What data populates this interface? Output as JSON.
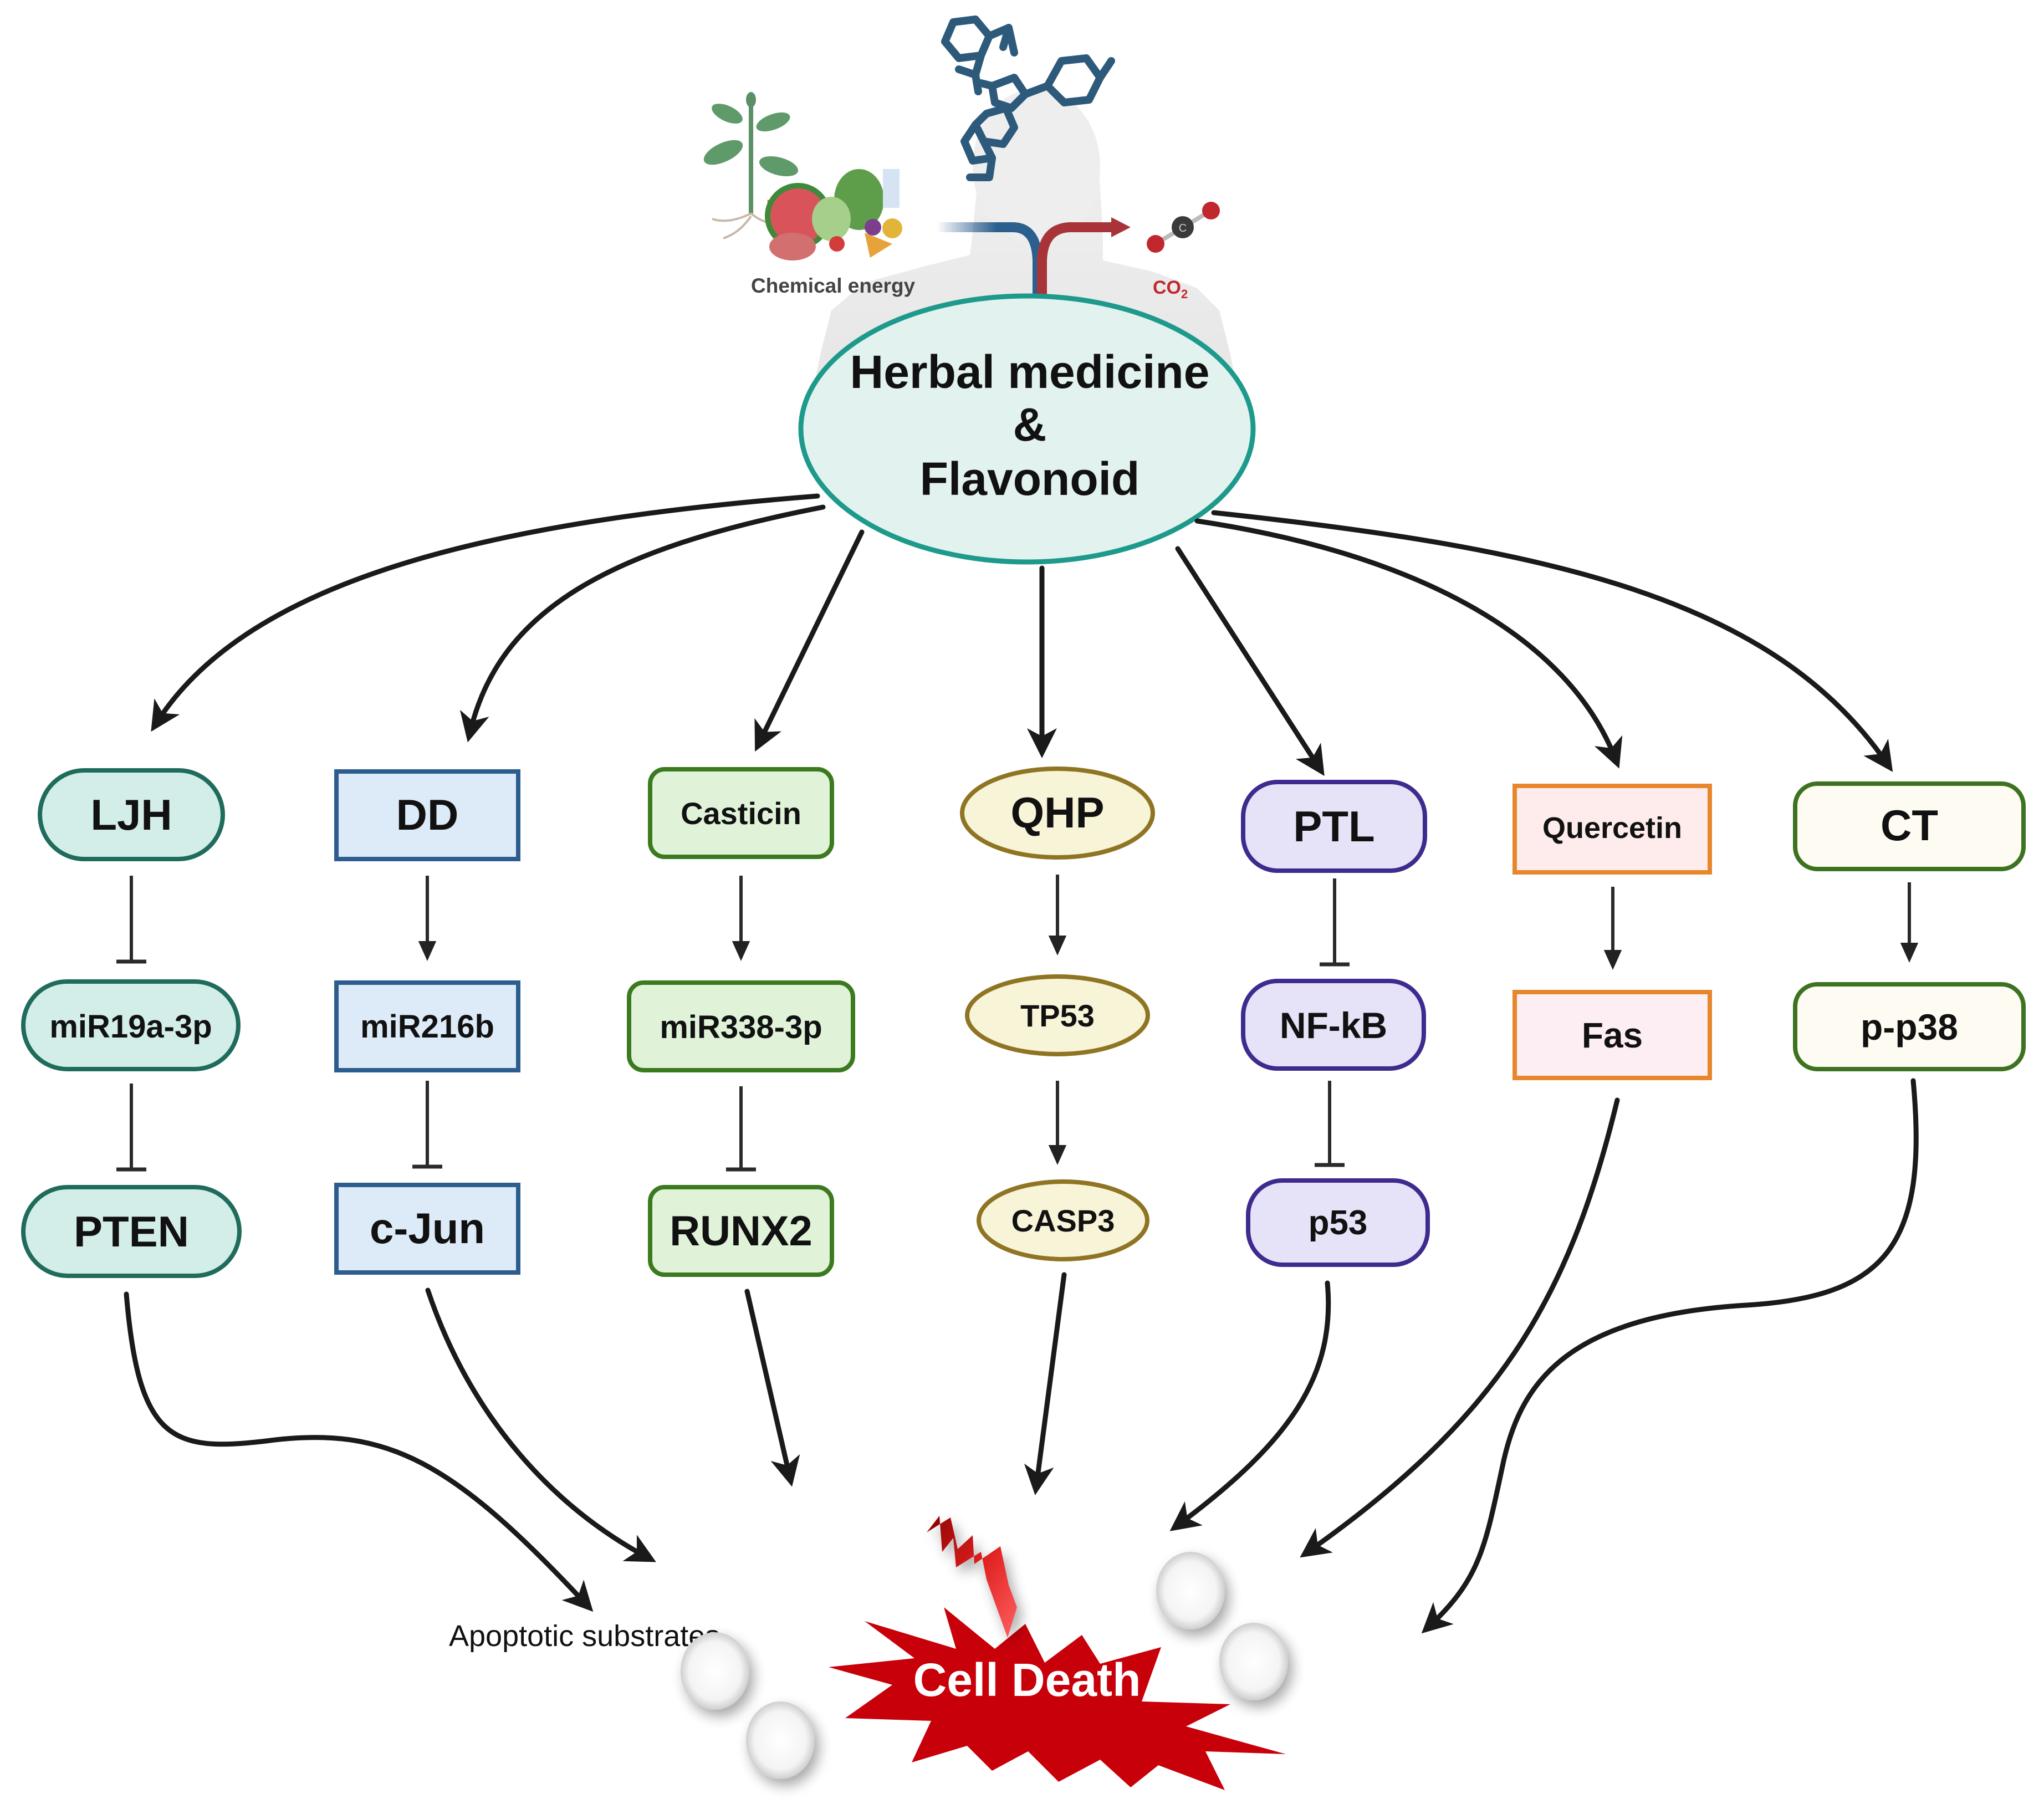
{
  "header_illustration": {
    "chemical_energy_label": "Chemical energy",
    "co2_label": "CO",
    "co2_subscript": "2",
    "co2_atom_label": "C"
  },
  "central": {
    "line1": "Herbal medicine",
    "line2": "&",
    "line3": "Flavonoid"
  },
  "columns": [
    {
      "id": "ljh",
      "source": "LJH",
      "mid": "miR19a-3p",
      "target": "PTEN",
      "edge1": "inhibits",
      "edge2": "inhibits",
      "outcome": "Apoptotic substrates",
      "colors": {
        "fill": "#d3ede9",
        "stroke": "#1f6b5c"
      }
    },
    {
      "id": "dd",
      "source": "DD",
      "mid": "miR216b",
      "target": "c-Jun",
      "edge1": "activates",
      "edge2": "inhibits",
      "outcome": "Apoptotic substrates",
      "colors": {
        "fill": "#ddeaf8",
        "stroke": "#2c5d8e"
      }
    },
    {
      "id": "casticin",
      "source": "Casticin",
      "mid": "miR338-3p",
      "target": "RUNX2",
      "edge1": "activates",
      "edge2": "inhibits",
      "outcome": "Cell Death",
      "colors": {
        "fill": "#e0f3d9",
        "stroke": "#3b7a1f"
      }
    },
    {
      "id": "qhp",
      "source": "QHP",
      "mid": "TP53",
      "target": "CASP3",
      "edge1": "activates",
      "edge2": "activates",
      "outcome": "Cell Death",
      "colors": {
        "fill": "#f8f4d8",
        "stroke": "#8f7523"
      }
    },
    {
      "id": "ptl",
      "source": "PTL",
      "mid": "NF-kB",
      "target": "p53",
      "edge1": "inhibits",
      "edge2": "inhibits",
      "outcome": "Cell Death",
      "colors": {
        "fill": "#e6e2f7",
        "stroke": "#3f2b8e"
      }
    },
    {
      "id": "quercetin",
      "source": "Quercetin",
      "mid": "Fas",
      "target": "",
      "edge1": "activates",
      "edge2": "",
      "outcome": "Cell Death",
      "colors": {
        "fill": "#fdeceb",
        "stroke": "#e8862c"
      }
    },
    {
      "id": "ct",
      "source": "CT",
      "mid": "p-p38",
      "target": "",
      "edge1": "activates",
      "edge2": "",
      "outcome": "Cell Death",
      "colors": {
        "fill": "#fdfbf2",
        "stroke": "#3d7320"
      }
    }
  ],
  "outcomes": {
    "apoptotic_substrates": "Apoptotic substrates",
    "cell_death": "Cell Death"
  },
  "colors": {
    "central_fill": "#e2f2ef",
    "central_stroke": "#1e9a8c",
    "cell_death_fill": "#c8000a",
    "cell_death_text": "#ffffff",
    "co2_text": "#c0282e",
    "molecule": "#2d5a7b"
  }
}
